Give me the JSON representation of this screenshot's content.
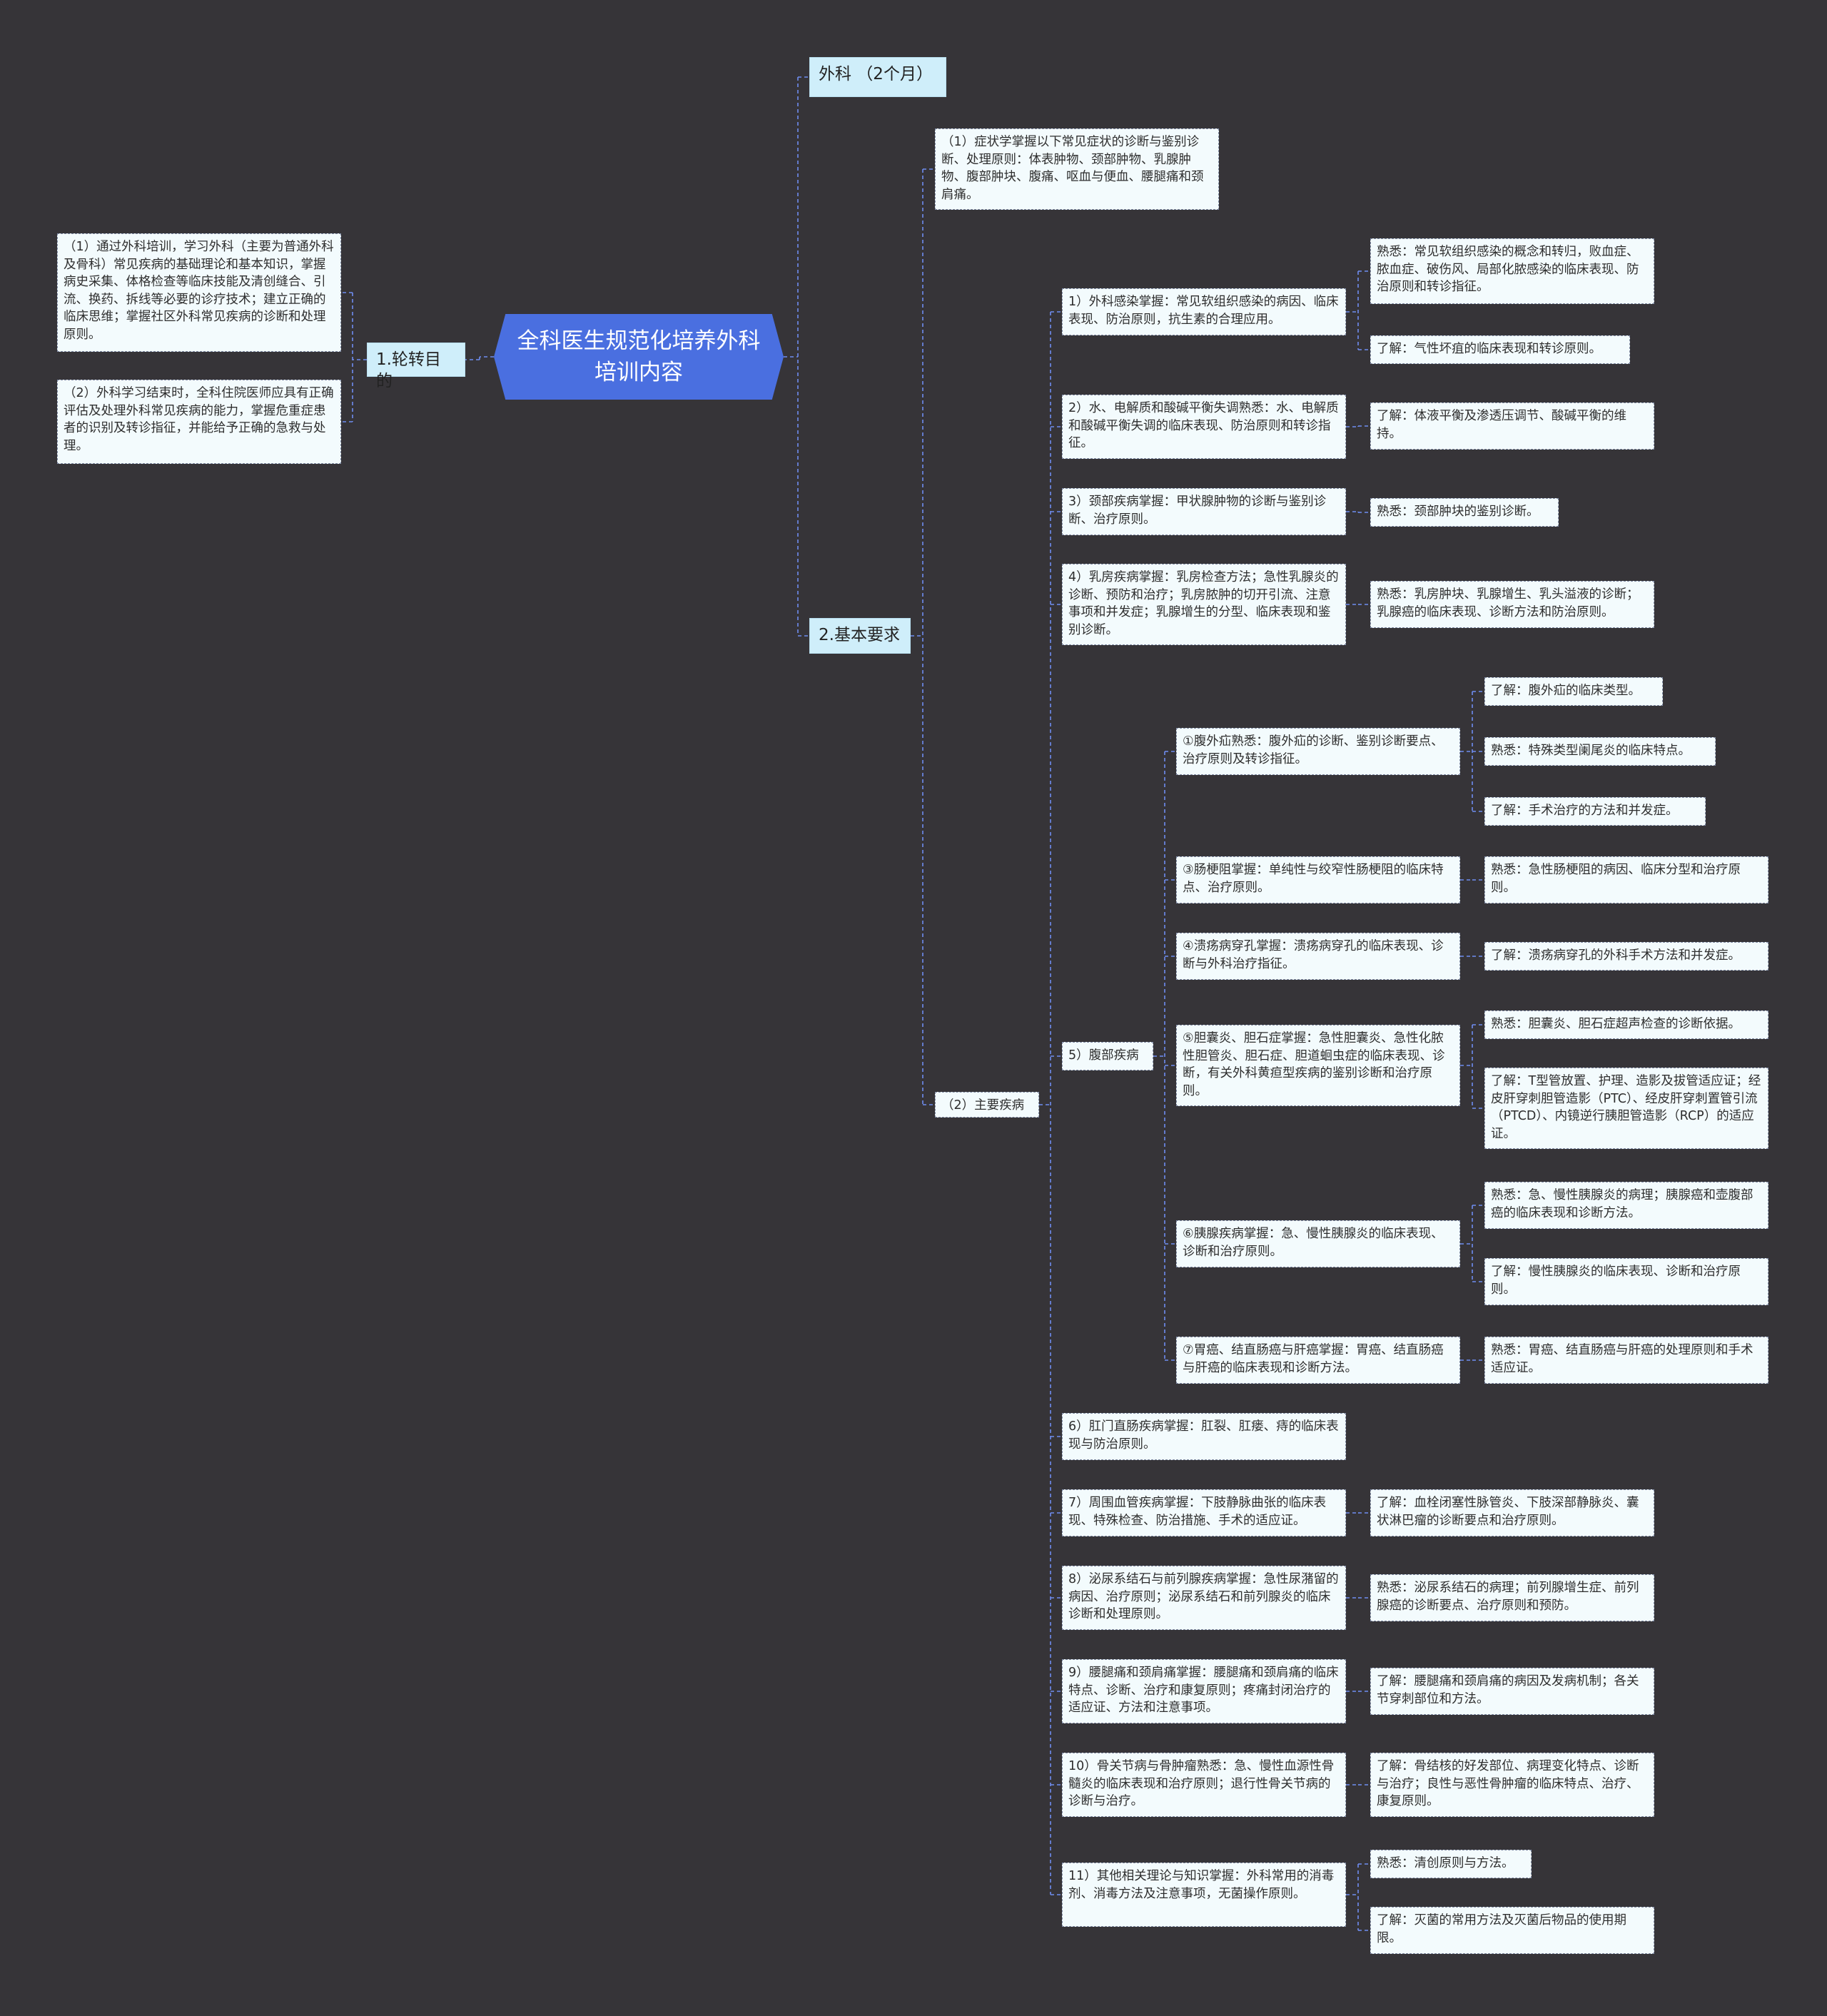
{
  "mindmap": {
    "root": "全科医生规范化培养外科培训内容",
    "n1": "1.轮转目的",
    "n1_1": "（1）通过外科培训，学习外科（主要为普通外科及骨科）常见疾病的基础理论和基本知识，掌握病史采集、体格检查等临床技能及清创缝合、引流、换药、拆线等必要的诊疗技术；建立正确的临床思维；掌握社区外科常见疾病的诊断和处理原则。",
    "n1_2": "（2）外科学习结束时，全科住院医师应具有正确评估及处理外科常见疾病的能力，掌握危重症患者的识别及转诊指征，并能给予正确的急救与处理。",
    "n2": "外科 （2个月）",
    "n3": "2.基本要求",
    "n3_1": "（1）症状学掌握以下常见症状的诊断与鉴别诊断、处理原则：体表肿物、颈部肿物、乳腺肿物、腹部肿块、腹痛、呕血与便血、腰腿痛和颈肩痛。",
    "n3_2": "（2）主要疾病",
    "d1": "1）外科感染掌握：常见软组织感染的病因、临床表现、防治原则，抗生素的合理应用。",
    "d1a": "熟悉：常见软组织感染的概念和转归，败血症、脓血症、破伤风、局部化脓感染的临床表现、防治原则和转诊指征。",
    "d1b": "了解：气性坏疽的临床表现和转诊原则。",
    "d2": "2）水、电解质和酸碱平衡失调熟悉：水、电解质和酸碱平衡失调的临床表现、防治原则和转诊指征。",
    "d2a": "了解：体液平衡及渗透压调节、酸碱平衡的维持。",
    "d3": "3）颈部疾病掌握：甲状腺肿物的诊断与鉴别诊断、治疗原则。",
    "d3a": "熟悉：颈部肿块的鉴别诊断。",
    "d4": "4）乳房疾病掌握：乳房检查方法；急性乳腺炎的诊断、预防和治疗；乳房脓肿的切开引流、注意事项和并发症；乳腺增生的分型、临床表现和鉴别诊断。",
    "d4a": "熟悉：乳房肿块、乳腺增生、乳头溢液的诊断；乳腺癌的临床表现、诊断方法和防治原则。",
    "d5": "5）腹部疾病",
    "a1": "①腹外疝熟悉：腹外疝的诊断、鉴别诊断要点、治疗原则及转诊指征。",
    "a1a": "了解：腹外疝的临床类型。",
    "a1b": "熟悉：特殊类型阑尾炎的临床特点。",
    "a1c": "了解：手术治疗的方法和并发症。",
    "a3": "③肠梗阻掌握：单纯性与绞窄性肠梗阻的临床特点、治疗原则。",
    "a3a": "熟悉：急性肠梗阻的病因、临床分型和治疗原则。",
    "a4": "④溃疡病穿孔掌握：溃疡病穿孔的临床表现、诊断与外科治疗指征。",
    "a4a": "了解：溃疡病穿孔的外科手术方法和并发症。",
    "a5": "⑤胆囊炎、胆石症掌握：急性胆囊炎、急性化脓性胆管炎、胆石症、胆道蛔虫症的临床表现、诊断，有关外科黄疸型疾病的鉴别诊断和治疗原则。",
    "a5a": "熟悉：胆囊炎、胆石症超声检查的诊断依据。",
    "a5b": "了解：T型管放置、护理、造影及拔管适应证；经皮肝穿刺胆管造影（PTC）、经皮肝穿刺置管引流（PTCD）、内镜逆行胰胆管造影（RCP）的适应证。",
    "a6": "⑥胰腺疾病掌握：急、慢性胰腺炎的临床表现、诊断和治疗原则。",
    "a6a": "熟悉：急、慢性胰腺炎的病理；胰腺癌和壶腹部癌的临床表现和诊断方法。",
    "a6b": "了解：慢性胰腺炎的临床表现、诊断和治疗原则。",
    "a7": "⑦胃癌、结直肠癌与肝癌掌握：胃癌、结直肠癌与肝癌的临床表现和诊断方法。",
    "a7a": "熟悉：胃癌、结直肠癌与肝癌的处理原则和手术适应证。",
    "d6": "6）肛门直肠疾病掌握：肛裂、肛瘘、痔的临床表现与防治原则。",
    "d7": "7）周围血管疾病掌握：下肢静脉曲张的临床表现、特殊检查、防治措施、手术的适应证。",
    "d7a": "了解：血栓闭塞性脉管炎、下肢深部静脉炎、囊状淋巴瘤的诊断要点和治疗原则。",
    "d8": "8）泌尿系结石与前列腺疾病掌握：急性尿潴留的病因、治疗原则；泌尿系结石和前列腺炎的临床诊断和处理原则。",
    "d8a": "熟悉：泌尿系结石的病理；前列腺增生症、前列腺癌的诊断要点、治疗原则和预防。",
    "d9": "9）腰腿痛和颈肩痛掌握：腰腿痛和颈肩痛的临床特点、诊断、治疗和康复原则；疼痛封闭治疗的适应证、方法和注意事项。",
    "d9a": "了解：腰腿痛和颈肩痛的病因及发病机制；各关节穿刺部位和方法。",
    "d10": "10）骨关节病与骨肿瘤熟悉：急、慢性血源性骨髓炎的临床表现和治疗原则；退行性骨关节病的诊断与治疗。",
    "d10a": "了解：骨结核的好发部位、病理变化特点、诊断与治疗；良性与恶性骨肿瘤的临床特点、治疗、康复原则。",
    "d11": "11）其他相关理论与知识掌握：外科常用的消毒剂、消毒方法及注意事项，无菌操作原则。",
    "d11a": "熟悉：清创原则与方法。",
    "d11b": "了解：灭菌的常用方法及灭菌后物品的使用期限。"
  },
  "colors": {
    "background": "#363438",
    "root": "#4a6fe0",
    "branch": "#cfeefa",
    "leaf": "#f3fbfd",
    "edge": "#6f8df0"
  }
}
